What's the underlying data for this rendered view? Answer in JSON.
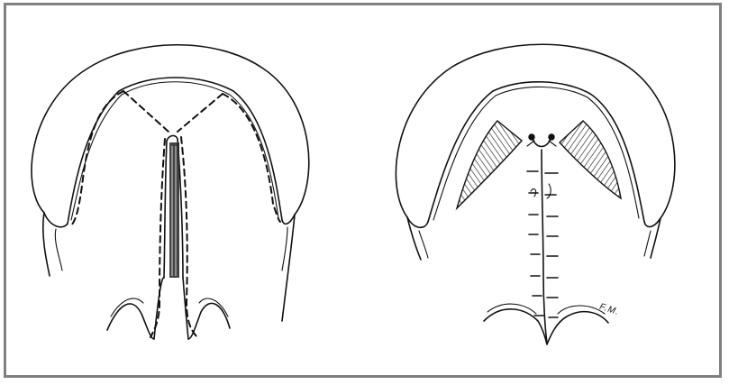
{
  "figure": {
    "border_color": "#808080",
    "ink_color": "#111111",
    "panels": [
      {
        "name": "left",
        "description_icon": "cleft-palate-incision-icon"
      },
      {
        "name": "right",
        "description_icon": "palate-repair-sutured-icon"
      }
    ],
    "signature": "F.M."
  }
}
